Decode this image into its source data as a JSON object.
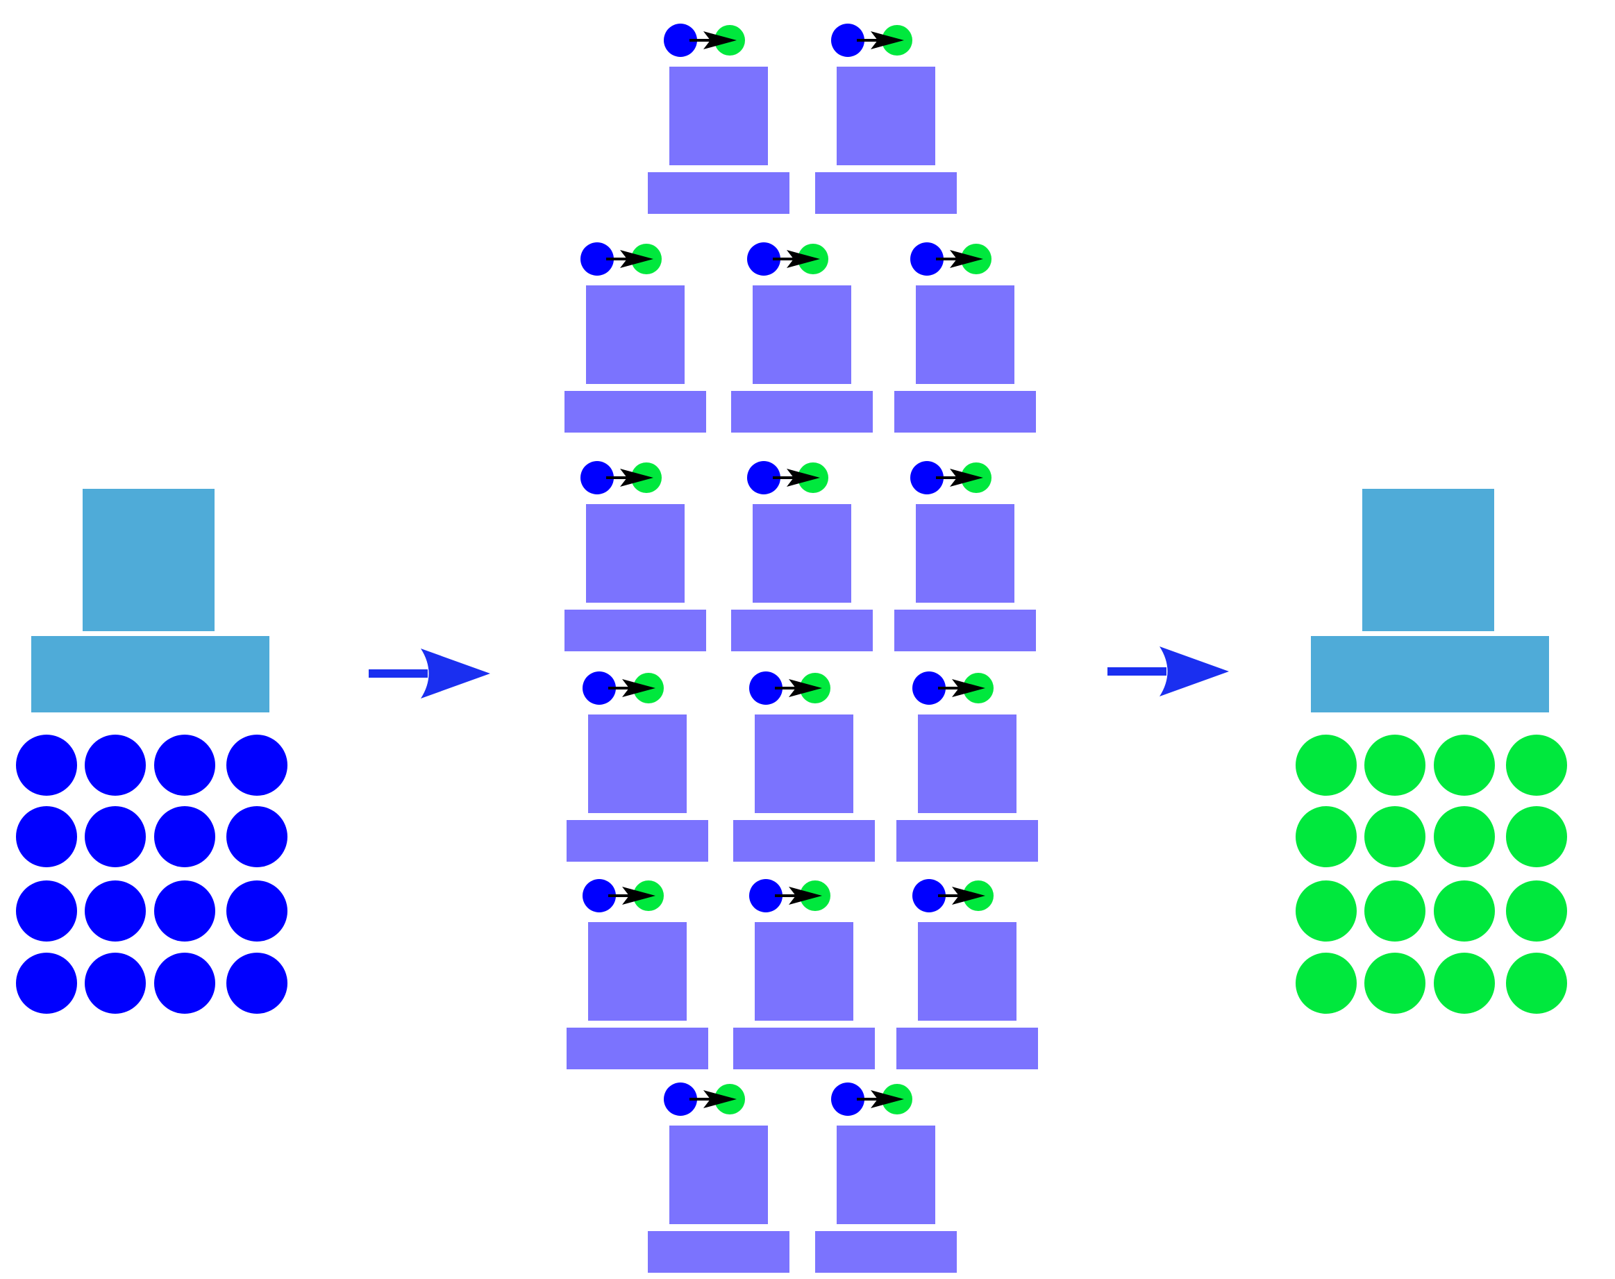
{
  "diagram": {
    "colors": {
      "computer_large": "#4fabd8",
      "computer_small": "#7b73fe",
      "dot_input": "#0000ff",
      "dot_output": "#00e83d",
      "flow_arrow": "#1a2ff0",
      "transform_arrow": "#000000"
    },
    "input_group": {
      "label": "",
      "grid": [
        4,
        4
      ],
      "dot_color_key": "dot_input"
    },
    "output_group": {
      "label": "",
      "grid": [
        4,
        4
      ],
      "dot_color_key": "dot_output"
    },
    "workers": {
      "row_counts": [
        2,
        3,
        3,
        3,
        3,
        2
      ],
      "total": 16
    },
    "flow_arrows": 2
  }
}
